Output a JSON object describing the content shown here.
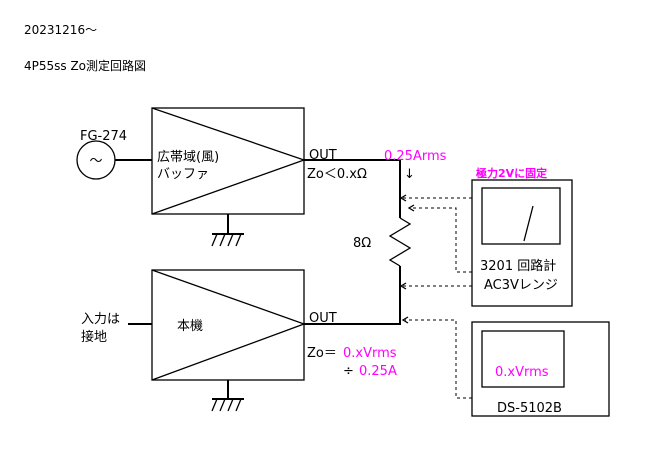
{
  "header": {
    "date": "20231216～",
    "title": "4P55ss Zo測定回路図"
  },
  "generator": {
    "label": "FG-274",
    "symbol": "～"
  },
  "buffer": {
    "line1": "広帯域(風)",
    "line2": "バッファ"
  },
  "buffer_out": {
    "out_label": "OUT",
    "zo_text": "Zo＜0.xΩ"
  },
  "current": {
    "value": "0.25Arms",
    "arrow": "↓"
  },
  "resistor": {
    "label": "8Ω"
  },
  "meter": {
    "note": "極力2Vに固定",
    "line1": "3201 回路計",
    "line2": "AC3Vレンジ"
  },
  "dut": {
    "label": "本機",
    "input_line1": "入力は",
    "input_line2": "接地"
  },
  "dut_out": {
    "out_label": "OUT",
    "zo_prefix": "Zo＝",
    "zo_value": "0.xVrms",
    "divider": "÷ 0.25A"
  },
  "scope": {
    "reading": "0.xVrms",
    "label": "DS-5102B"
  },
  "colors": {
    "accent": "#ff00ff",
    "line": "#000000",
    "background": "#ffffff"
  }
}
